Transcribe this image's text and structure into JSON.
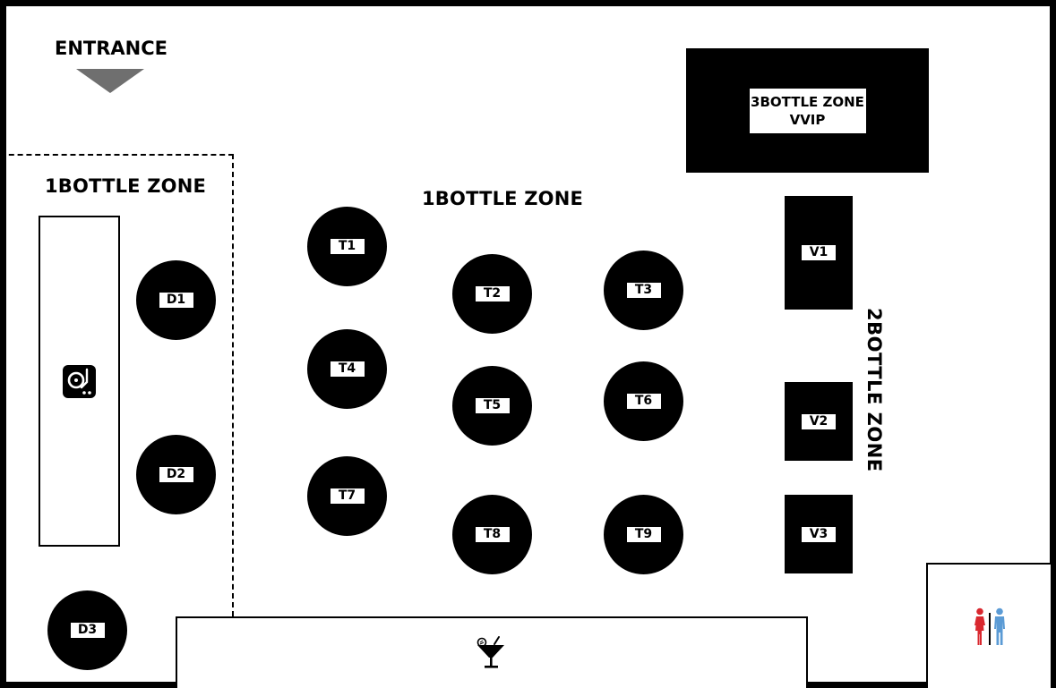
{
  "entrance": {
    "label": "ENTRANCE"
  },
  "zones": {
    "left": "1BOTTLE ZONE",
    "center": "1BOTTLE ZONE",
    "right": "2BOTTLE ZONE",
    "vvip_line1": "3BOTTLE ZONE",
    "vvip_line2": "VVIP"
  },
  "tables": {
    "d1": "D1",
    "d2": "D2",
    "d3": "D3",
    "t1": "T1",
    "t2": "T2",
    "t3": "T3",
    "t4": "T4",
    "t5": "T5",
    "t6": "T6",
    "t7": "T7",
    "t8": "T8",
    "t9": "T9",
    "v1": "V1",
    "v2": "V2",
    "v3": "V3"
  },
  "icons": {
    "dj": "turntable-icon",
    "bar": "cocktail-icon",
    "restroom": "restroom-icon"
  },
  "colors": {
    "arrow": "#6f6f6f",
    "female": "#d9282f",
    "male": "#5b9bd5"
  }
}
